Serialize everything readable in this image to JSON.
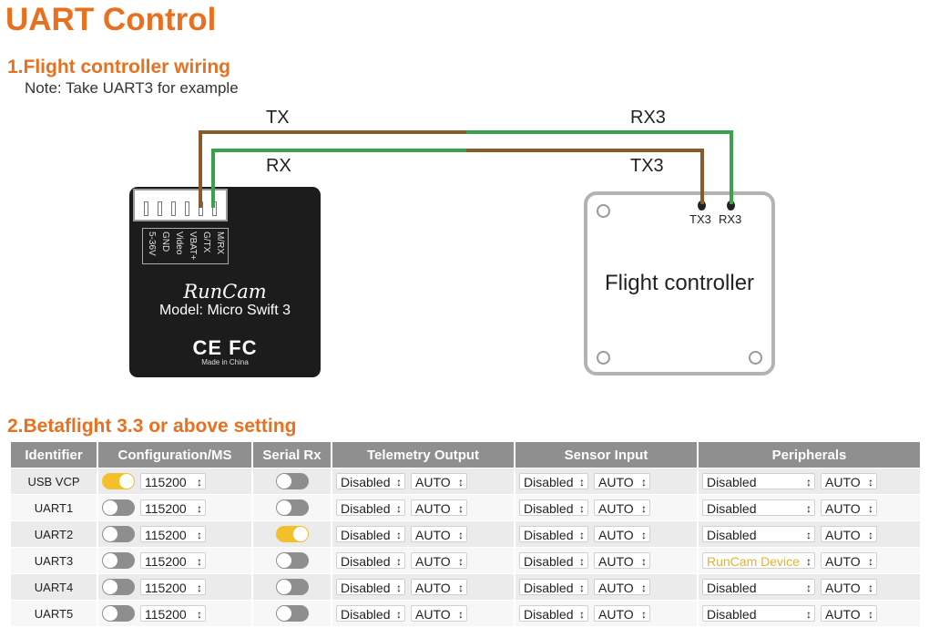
{
  "page": {
    "title": "UART Control"
  },
  "section1": {
    "title": "1.Flight controller wiring",
    "note": "Note: Take UART3 for example",
    "wire_labels": {
      "tx_left": "TX",
      "rx_left": "RX",
      "rx3_right": "RX3",
      "tx3_right": "TX3"
    },
    "wire_colors": {
      "tx": "#8b5a2b",
      "rx": "#3aa24a"
    },
    "camera": {
      "pin_labels": [
        "5-36V",
        "GND",
        "Video",
        "VBAT+",
        "G/TX",
        "M/RX"
      ],
      "brand": "RunCam",
      "model": "Model: Micro Swift 3",
      "cert": "CE FC",
      "made_in": "Made in China"
    },
    "flight_controller": {
      "label": "Flight controller",
      "pad_tx": "TX3",
      "pad_rx": "RX3"
    }
  },
  "section2": {
    "title": "2.Betaflight 3.3 or above setting",
    "accent": "#f3bf2a",
    "headers": [
      "Identifier",
      "Configuration/MS",
      "Serial Rx",
      "Telemetry Output",
      "Sensor Input",
      "Peripherals"
    ],
    "rows": [
      {
        "id": "USB VCP",
        "config_on": true,
        "speed": "115200",
        "serial_rx_on": false,
        "telemetry": "Disabled",
        "telemetry_rate": "AUTO",
        "sensor": "Disabled",
        "sensor_rate": "AUTO",
        "peripheral": "Disabled",
        "peripheral_rate": "AUTO"
      },
      {
        "id": "UART1",
        "config_on": false,
        "speed": "115200",
        "serial_rx_on": false,
        "telemetry": "Disabled",
        "telemetry_rate": "AUTO",
        "sensor": "Disabled",
        "sensor_rate": "AUTO",
        "peripheral": "Disabled",
        "peripheral_rate": "AUTO"
      },
      {
        "id": "UART2",
        "config_on": false,
        "speed": "115200",
        "serial_rx_on": true,
        "telemetry": "Disabled",
        "telemetry_rate": "AUTO",
        "sensor": "Disabled",
        "sensor_rate": "AUTO",
        "peripheral": "Disabled",
        "peripheral_rate": "AUTO"
      },
      {
        "id": "UART3",
        "config_on": false,
        "speed": "115200",
        "serial_rx_on": false,
        "telemetry": "Disabled",
        "telemetry_rate": "AUTO",
        "sensor": "Disabled",
        "sensor_rate": "AUTO",
        "peripheral": "RunCam Device",
        "peripheral_rate": "AUTO"
      },
      {
        "id": "UART4",
        "config_on": false,
        "speed": "115200",
        "serial_rx_on": false,
        "telemetry": "Disabled",
        "telemetry_rate": "AUTO",
        "sensor": "Disabled",
        "sensor_rate": "AUTO",
        "peripheral": "Disabled",
        "peripheral_rate": "AUTO"
      },
      {
        "id": "UART5",
        "config_on": false,
        "speed": "115200",
        "serial_rx_on": false,
        "telemetry": "Disabled",
        "telemetry_rate": "AUTO",
        "sensor": "Disabled",
        "sensor_rate": "AUTO",
        "peripheral": "Disabled",
        "peripheral_rate": "AUTO"
      }
    ]
  }
}
